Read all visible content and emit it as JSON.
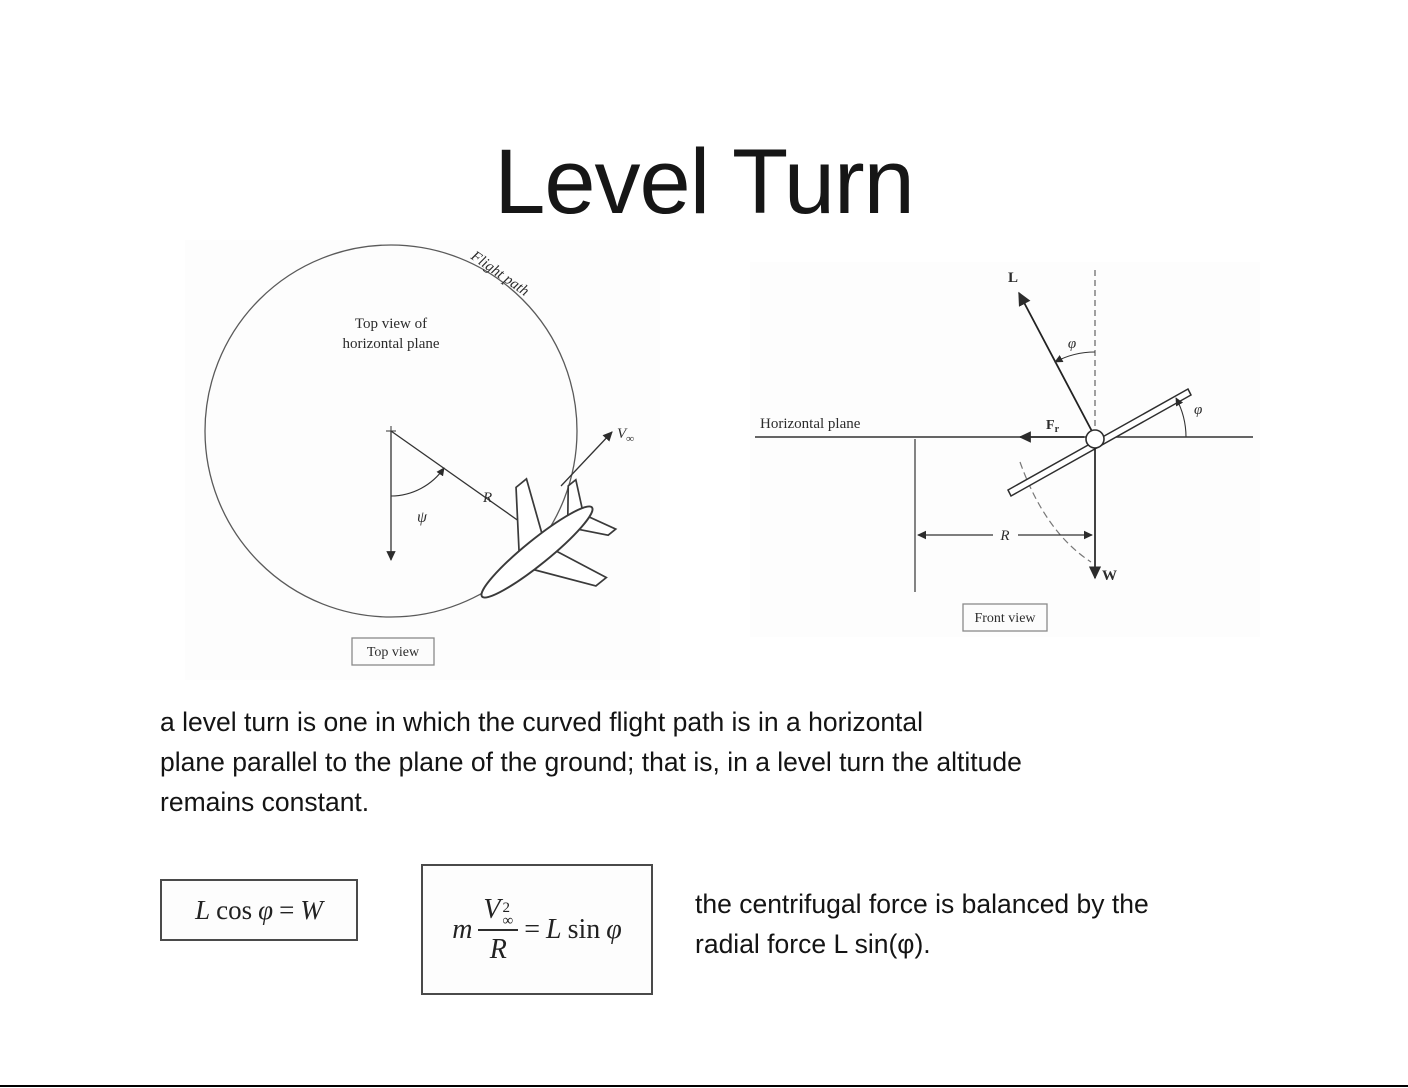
{
  "slide": {
    "title": "Level Turn",
    "body_lines": [
      "a level turn is one in which the curved flight path is in a horizontal",
      "plane parallel to the plane of the ground; that is, in a level turn the altitude",
      "remains constant."
    ],
    "caption_lines": [
      "the centrifugal force is balanced by the",
      "radial force L sin(φ)."
    ]
  },
  "top_view_diagram": {
    "flight_path": "Flight path",
    "plane_line1": "Top view of",
    "plane_line2": "horizontal plane",
    "velocity": "V",
    "velocity_sub": "∞",
    "radius": "R",
    "angle": "ψ",
    "box_label": "Top view"
  },
  "front_view_diagram": {
    "horizontal_plane": "Horizontal plane",
    "lift": "L",
    "bank_angle": "φ",
    "bank_angle_right": "φ",
    "radial_force": "F",
    "radial_force_sub": "r",
    "weight": "W",
    "radius": "R",
    "box_label": "Front view"
  },
  "equations": {
    "eq1": {
      "l": "L",
      "cos": "cos",
      "phi": "φ",
      "equals": "=",
      "w": "W"
    },
    "eq2": {
      "m": "m",
      "v": "V",
      "v_sup": "2",
      "v_sub": "∞",
      "den": "R",
      "equals": "=",
      "rhs_l": "L",
      "rhs_sin": "sin",
      "rhs_phi": "φ"
    }
  },
  "colors": {
    "ink": "#1a1a1a",
    "diagram": "#2c2c2c"
  }
}
